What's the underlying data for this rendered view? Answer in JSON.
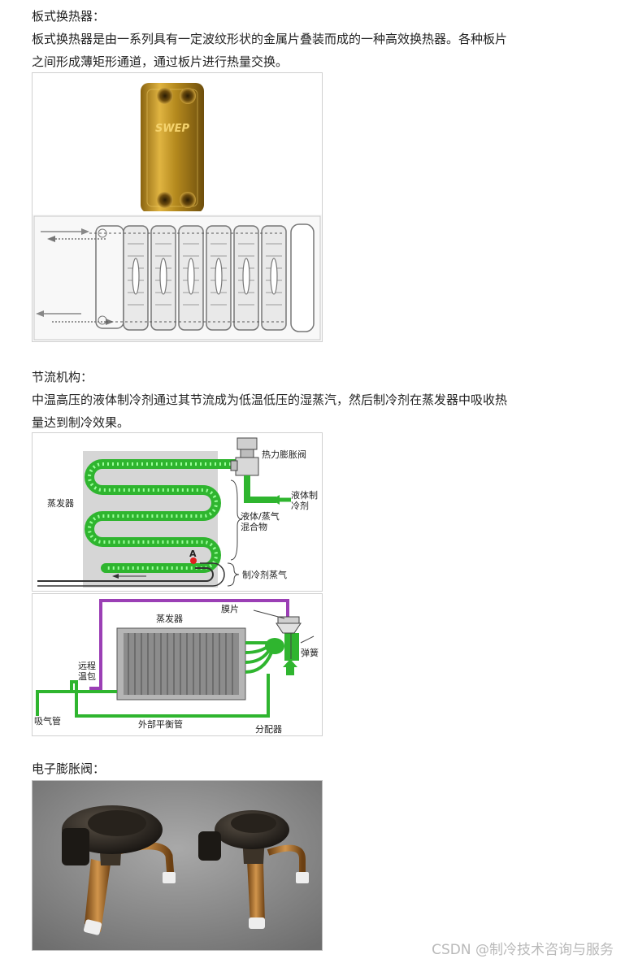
{
  "sections": {
    "plate": {
      "title": "板式换热器：",
      "text_line1": "板式换热器是由一系列具有一定波纹形状的金属片叠装而成的一种高效换热器。各种板片",
      "text_line2": "之间形成薄矩形通道，通过板片进行热量交换。",
      "logo_text": "SWEP"
    },
    "throttle": {
      "title": "节流机构：",
      "text_line1": "中温高压的液体制冷剂通过其节流成为低温低压的湿蒸汽，然后制冷剂在蒸发器中吸收热",
      "text_line2": "量达到制冷效果。",
      "diagram1": {
        "evaporator": "蒸发器",
        "txv": "热力膨胀阀",
        "liquid1": "液体制",
        "liquid2": "冷剂",
        "mix1": "液体/蒸气",
        "mix2": "混合物",
        "point": "A",
        "vapor": "制冷剂蒸气"
      },
      "diagram2": {
        "evaporator": "蒸发器",
        "diaphragm": "膜片",
        "spring": "弹簧",
        "bulb1": "远程",
        "bulb2": "温包",
        "suction": "吸气管",
        "equalizer": "外部平衡管",
        "distributor": "分配器"
      }
    },
    "eev": {
      "title": "电子膨胀阀："
    }
  },
  "watermark": "CSDN @制冷技术咨询与服务"
}
